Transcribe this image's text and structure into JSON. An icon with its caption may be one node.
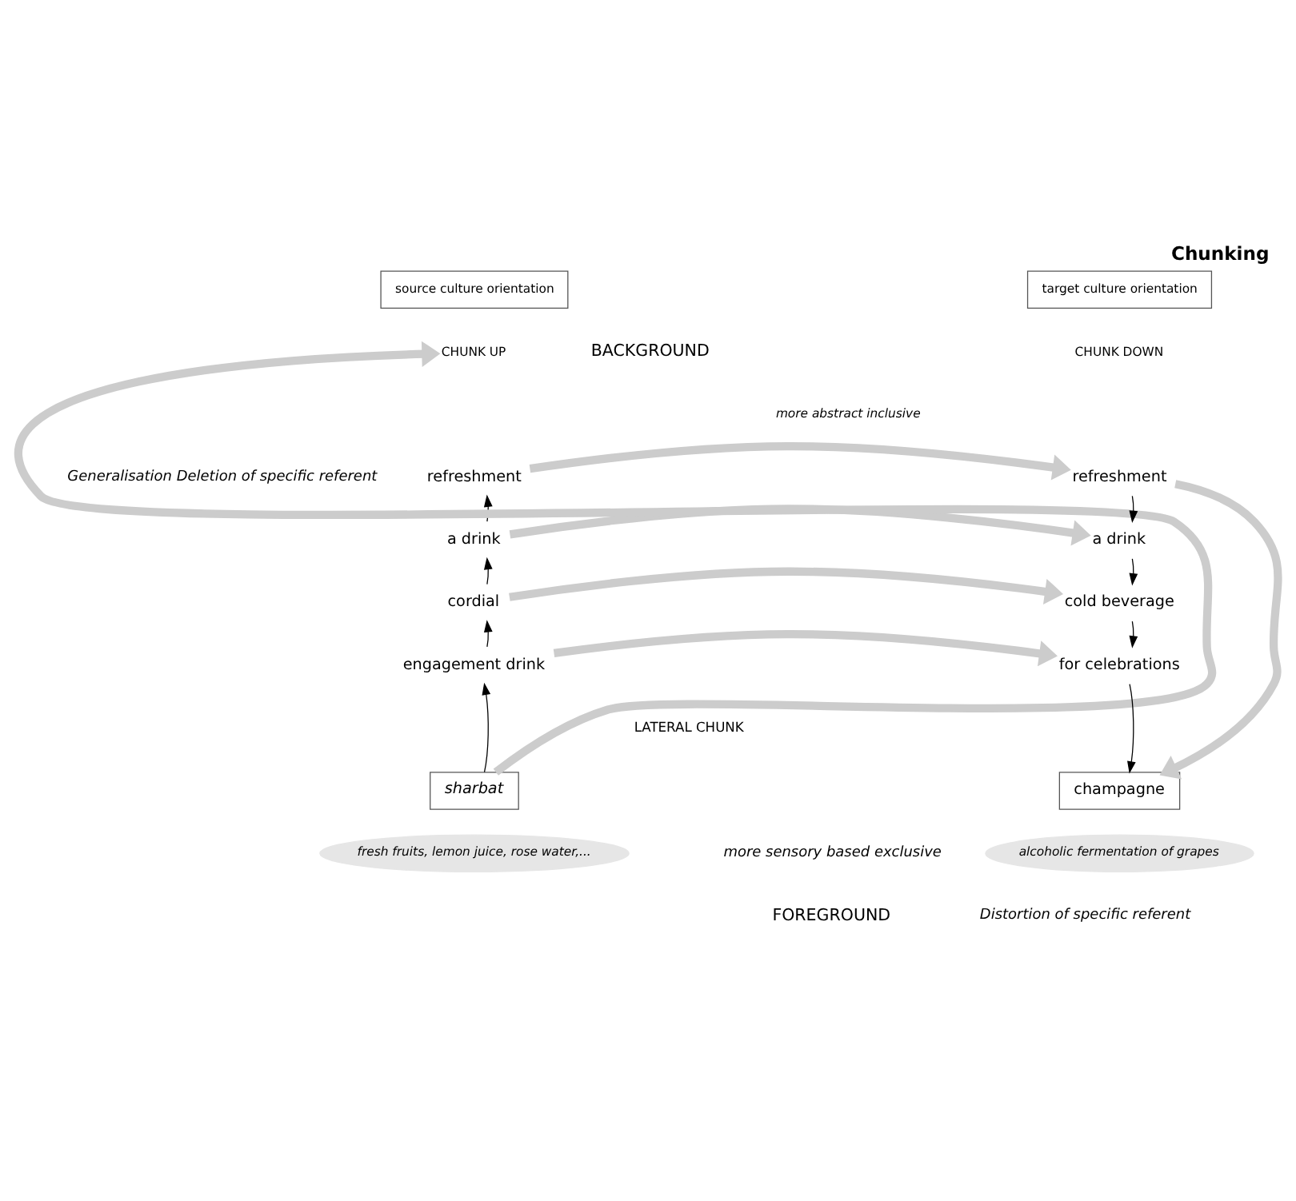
{
  "diagram": {
    "title": "Chunking",
    "nodes": [
      {
        "text": [
          "source culture orientation"
        ]
      },
      {
        "text": [
          "target culture orientation"
        ]
      },
      {
        "text": [
          "CHUNK UP"
        ]
      },
      {
        "text": [
          "CHUNK DOWN"
        ]
      },
      {
        "text": [
          "refreshment"
        ]
      },
      {
        "text": [
          "a drink"
        ]
      },
      {
        "text": [
          "cordial"
        ]
      },
      {
        "text": [
          "engagement drink"
        ]
      },
      {
        "text": [
          "sharbat"
        ]
      },
      {
        "text": [
          "fresh fruits, lemon juice, rose water,..."
        ]
      },
      {
        "text": [
          "refreshment"
        ]
      },
      {
        "text": [
          "a drink"
        ]
      },
      {
        "text": [
          "cold beverage"
        ]
      },
      {
        "text": [
          "for celebrations"
        ]
      },
      {
        "text": [
          "champagne"
        ]
      },
      {
        "text": [
          "alcoholic fermentation of grapes"
        ]
      }
    ],
    "edges": [
      {
        "from": 8,
        "to": 2,
        "arrow": "to",
        "style": "thick",
        "color": "#cccccc"
      },
      {
        "from": 10,
        "to": 14,
        "arrow": "to",
        "style": "thick",
        "color": "#cccccc"
      },
      {
        "from": 4,
        "to": 10,
        "arrow": "to",
        "style": "thick",
        "color": "#cccccc"
      },
      {
        "from": 5,
        "to": 11,
        "arrow": "to",
        "style": "thick",
        "color": "#cccccc"
      },
      {
        "from": 6,
        "to": 12,
        "arrow": "to",
        "style": "thick",
        "color": "#cccccc"
      },
      {
        "from": 7,
        "to": 13,
        "arrow": "to",
        "style": "thick",
        "color": "#cccccc"
      },
      {
        "from": 8,
        "to": 7,
        "arrow": "to"
      },
      {
        "from": 7,
        "to": 6,
        "arrow": "to"
      },
      {
        "from": 6,
        "to": 5,
        "arrow": "to"
      },
      {
        "from": 5,
        "to": 4,
        "arrow": "to"
      },
      {
        "from": 10,
        "to": 11,
        "arrow": "to"
      },
      {
        "from": 11,
        "to": 12,
        "arrow": "to"
      },
      {
        "from": 12,
        "to": 13,
        "arrow": "to"
      },
      {
        "from": 13,
        "to": 14,
        "arrow": "to"
      }
    ],
    "labels": [
      "BACKGROUND",
      "more abstract inclusive",
      "Generalisation Deletion of specific referent",
      "LATERAL CHUNK",
      "more sensory based exclusive",
      "FOREGROUND",
      "Distortion of specific referent"
    ]
  }
}
